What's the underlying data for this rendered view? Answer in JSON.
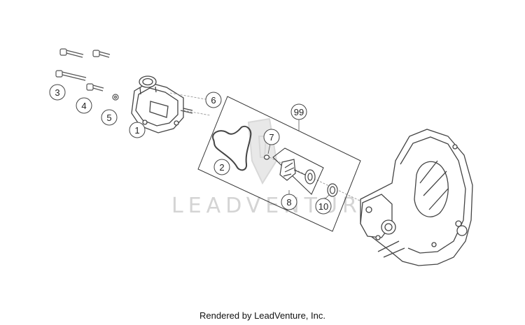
{
  "diagram": {
    "callouts": [
      "1",
      "2",
      "3",
      "4",
      "5",
      "6",
      "7",
      "8",
      "10",
      "99"
    ],
    "watermark": "LEADVENTURE",
    "footer": "Rendered by LeadVenture, Inc."
  }
}
